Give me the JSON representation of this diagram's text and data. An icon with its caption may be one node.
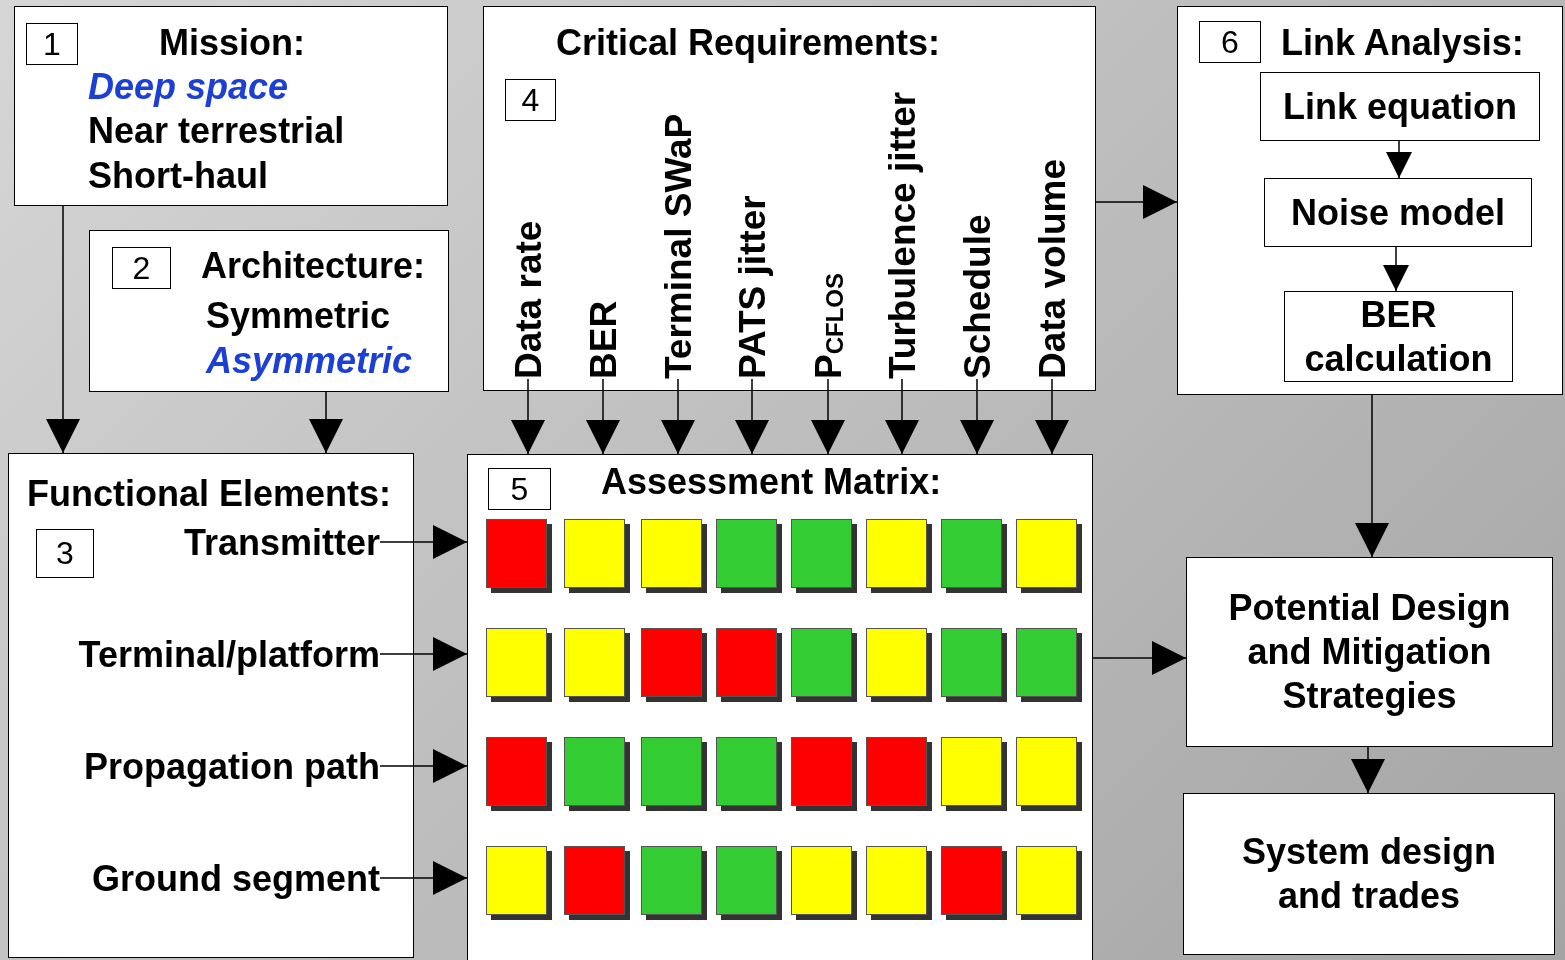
{
  "diagram": {
    "nodes": [
      {
        "text": [
          "Mission:",
          "Deep space",
          "Near terrestrial",
          "Short-haul"
        ]
      },
      {
        "text": [
          "1"
        ],
        "in": 0
      },
      {
        "text": [
          "Architecture:",
          "Symmetric",
          "Asymmetric"
        ]
      },
      {
        "text": [
          "2"
        ],
        "in": 2
      },
      {
        "text": [
          "Critical Requirements:"
        ]
      },
      {
        "text": [
          "4"
        ],
        "in": 4
      },
      {
        "text": [
          "Data rate"
        ],
        "in": 4
      },
      {
        "text": [
          "BER"
        ],
        "in": 4
      },
      {
        "text": [
          "Terminal SWaP"
        ],
        "in": 4
      },
      {
        "text": [
          "PATS jitter"
        ],
        "in": 4
      },
      {
        "text": [
          "P$_{CFLOS}$"
        ],
        "in": 4
      },
      {
        "text": [
          "Turbulence jitter"
        ],
        "in": 4
      },
      {
        "text": [
          "Schedule"
        ],
        "in": 4
      },
      {
        "text": [
          "Data volume"
        ],
        "in": 4
      },
      {
        "text": [
          "Link Analysis:"
        ]
      },
      {
        "text": [
          "6"
        ],
        "in": 14
      },
      {
        "text": [
          "Link equation"
        ],
        "in": 14
      },
      {
        "text": [
          "Noise model"
        ],
        "in": 14
      },
      {
        "text": [
          "BER calculation"
        ],
        "in": 14
      },
      {
        "text": [
          "Functional Elements:"
        ]
      },
      {
        "text": [
          "3"
        ],
        "in": 19
      },
      {
        "text": [
          "Transmitter"
        ],
        "in": 19
      },
      {
        "text": [
          "Terminal/platform"
        ],
        "in": 19
      },
      {
        "text": [
          "Propagation path"
        ],
        "in": 19
      },
      {
        "text": [
          "Ground segment"
        ],
        "in": 19
      },
      {
        "text": [
          "Assessment Matrix:"
        ]
      },
      {
        "text": [
          "5"
        ],
        "in": 25
      },
      {
        "text": [],
        "shape": "box",
        "in": 25
      },
      {
        "text": [],
        "shape": "box",
        "in": 25
      },
      {
        "text": [],
        "shape": "box",
        "in": 25
      },
      {
        "text": [],
        "shape": "box",
        "in": 25
      },
      {
        "text": [],
        "shape": "box",
        "in": 25
      },
      {
        "text": [],
        "shape": "box",
        "in": 25
      },
      {
        "text": [],
        "shape": "box",
        "in": 25
      },
      {
        "text": [],
        "shape": "box",
        "in": 25
      },
      {
        "text": [],
        "shape": "box",
        "in": 25
      },
      {
        "text": [],
        "shape": "box",
        "in": 25
      },
      {
        "text": [],
        "shape": "box",
        "in": 25
      },
      {
        "text": [],
        "shape": "box",
        "in": 25
      },
      {
        "text": [],
        "shape": "box",
        "in": 25
      },
      {
        "text": [],
        "shape": "box",
        "in": 25
      },
      {
        "text": [],
        "shape": "box",
        "in": 25
      },
      {
        "text": [],
        "shape": "box",
        "in": 25
      },
      {
        "text": [],
        "shape": "box",
        "in": 25
      },
      {
        "text": [],
        "shape": "box",
        "in": 25
      },
      {
        "text": [],
        "shape": "box",
        "in": 25
      },
      {
        "text": [],
        "shape": "box",
        "in": 25
      },
      {
        "text": [],
        "shape": "box",
        "in": 25
      },
      {
        "text": [],
        "shape": "box",
        "in": 25
      },
      {
        "text": [],
        "shape": "box",
        "in": 25
      },
      {
        "text": [],
        "shape": "box",
        "in": 25
      },
      {
        "text": [],
        "shape": "box",
        "in": 25
      },
      {
        "text": [],
        "shape": "box",
        "in": 25
      },
      {
        "text": [],
        "shape": "box",
        "in": 25
      },
      {
        "text": [],
        "shape": "box",
        "in": 25
      },
      {
        "text": [],
        "shape": "box",
        "in": 25
      },
      {
        "text": [],
        "shape": "box",
        "in": 25
      },
      {
        "text": [],
        "shape": "box",
        "in": 25
      },
      {
        "text": [],
        "shape": "box",
        "in": 25
      },
      {
        "text": [
          "Potential Design and Mitigation Strategies"
        ]
      },
      {
        "text": [
          "System design and trades"
        ]
      }
    ],
    "edges": [
      {
        "from": 0,
        "to": 19,
        "arrow": "to"
      },
      {
        "from": 2,
        "to": 19,
        "arrow": "to"
      },
      {
        "from": 4,
        "to": 14,
        "arrow": "to"
      },
      {
        "from": 16,
        "to": 17,
        "arrow": "to"
      },
      {
        "from": 17,
        "to": 18,
        "arrow": "to"
      },
      {
        "from": 6,
        "to": 25,
        "arrow": "to"
      },
      {
        "from": 7,
        "to": 25,
        "arrow": "to"
      },
      {
        "from": 8,
        "to": 25,
        "arrow": "to"
      },
      {
        "from": 9,
        "to": 25,
        "arrow": "to"
      },
      {
        "from": 10,
        "to": 25,
        "arrow": "to"
      },
      {
        "from": 11,
        "to": 25,
        "arrow": "to"
      },
      {
        "from": 12,
        "to": 25,
        "arrow": "to"
      },
      {
        "from": 13,
        "to": 25,
        "arrow": "to"
      },
      {
        "from": 21,
        "to": 25,
        "arrow": "to"
      },
      {
        "from": 22,
        "to": 25,
        "arrow": "to"
      },
      {
        "from": 23,
        "to": 25,
        "arrow": "to"
      },
      {
        "from": 24,
        "to": 25,
        "arrow": "to"
      },
      {
        "from": 14,
        "to": 59,
        "arrow": "to"
      },
      {
        "from": 25,
        "to": 59,
        "arrow": "to"
      },
      {
        "from": 59,
        "to": 60,
        "arrow": "to"
      }
    ]
  }
}
